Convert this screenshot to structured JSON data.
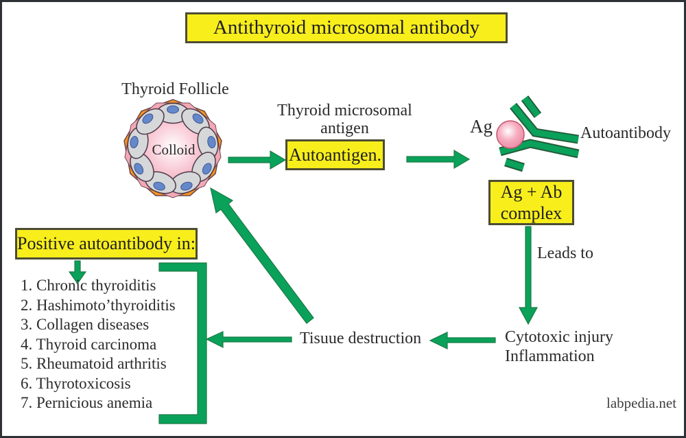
{
  "title": "Antithyroid microsomal antibody",
  "follicle": {
    "label": "Thyroid Follicle",
    "colloid": "Colloid"
  },
  "antigen": {
    "caption_line1": "Thyroid microsomal",
    "caption_line2": "antigen",
    "box": "Autoantigen."
  },
  "complex": {
    "ag_label": "Ag",
    "autoantibody_label": "Autoantibody",
    "box_line1": "Ag + Ab",
    "box_line2": "complex",
    "leads_to": "Leads to"
  },
  "outcome": {
    "injury_line1": "Cytotoxic injury",
    "injury_line2": "Inflammation",
    "tissue": "Tisuue destruction"
  },
  "positive": {
    "box": "Positive autoantibody in:",
    "items": [
      "1. Chronic thyroiditis",
      "2. Hashimoto’thyroiditis",
      "3. Collagen diseases",
      "4. Thyroid carcinoma",
      "5. Rheumatoid arthritis",
      "6. Thyrotoxicosis",
      "7. Pernicious anemia"
    ]
  },
  "watermark": "labpedia.net",
  "colors": {
    "accent_green": "#0aa15a",
    "highlight_yellow": "#f8ee1c",
    "follicle_pink": "#f3a8b5",
    "follicle_orange": "#f6921e",
    "cell_gray": "#d6d7d9",
    "nucleus_blue": "#6588ca"
  }
}
